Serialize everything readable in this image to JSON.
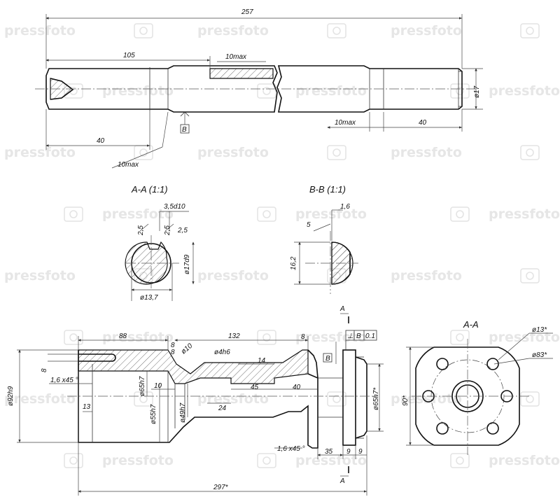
{
  "watermark": {
    "text": "pressfoto",
    "icon": "camera-icon"
  },
  "shaft_view": {
    "labels": {
      "overall_length": "257",
      "left_length": "105",
      "top_max": "10max",
      "diameter": "ø17",
      "datum_b": "B",
      "bottom_max": "10max",
      "right_length": "40",
      "left_section": "40",
      "lower_max": "10max"
    }
  },
  "section_aa": {
    "title": "A-A (1:1)",
    "labels": {
      "key_width": "3,5d10",
      "chamfer_left": "2,5",
      "chamfer_mid": "2,5",
      "chamfer_right": "2,5",
      "diameter": "ø17d9",
      "width": "ø13,7"
    }
  },
  "section_bb": {
    "title": "B-B (1:1)",
    "labels": {
      "flat": "1,6",
      "angle": "5",
      "height": "16,2"
    }
  },
  "main_part": {
    "labels": {
      "len_88": "88",
      "len_132": "132",
      "len_8a": "8",
      "len_8b": "8",
      "dia_10": "ø10",
      "dia_4h6": "ø4h6",
      "len_14": "14",
      "len_8c": "8",
      "chamfer_left": "1,6 x45 °",
      "dia_65h7": "ø65h7",
      "len_10": "10",
      "dia_55h7": "ø55h7",
      "dia_49h7": "ø49h7",
      "len_45": "45",
      "len_40": "40",
      "len_24": "24",
      "len_13": "13",
      "dia_92h9": "ø92h9",
      "chamfer_right": "1,6 x45 °",
      "len_35": "35",
      "len_9a": "9",
      "len_9b": "9",
      "dia_65h7_star": "ø65h7*",
      "total": "297*",
      "section_mark_top": "A",
      "section_mark_bottom": "A",
      "datum_b": "B",
      "tolerance_symbol": "⊥",
      "tolerance_datum": "B",
      "tolerance_value": "0.1"
    }
  },
  "flange_view": {
    "title": "A-A",
    "labels": {
      "hole_dia": "ø13*",
      "pcd": "ø83*",
      "height": "90*"
    }
  }
}
